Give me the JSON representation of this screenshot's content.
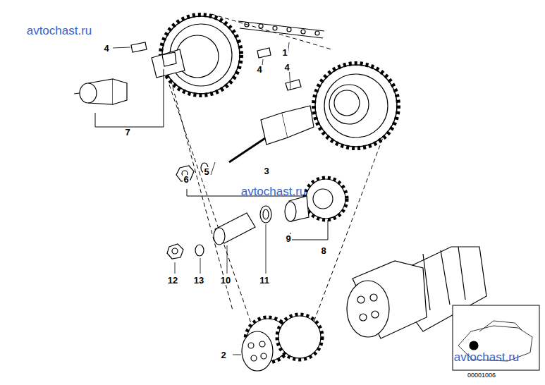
{
  "diagram": {
    "labels": [
      "avtochast.ru",
      "4",
      "1",
      "4",
      "4",
      "7",
      "3",
      "6",
      "5",
      "avtochast.ru",
      "9",
      "8",
      "12",
      "13",
      "10",
      "11",
      "2",
      "avtochast.ru",
      "00001006"
    ]
  }
}
